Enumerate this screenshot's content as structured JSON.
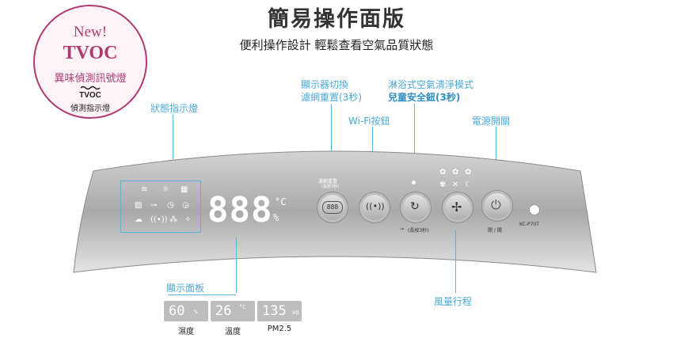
{
  "header": {
    "title": "簡易操作面版",
    "subtitle": "便利操作設計 輕鬆查看空氣品質狀態"
  },
  "badge": {
    "new_label": "New!",
    "tvoc_label": "TVOC",
    "description": "異味偵測訊號燈",
    "icon_text": "TVOC",
    "icon_label": "偵測指示燈",
    "color": "#b03a70"
  },
  "callouts": {
    "status_light": "狀態指示燈",
    "display_switch_line1": "顯示器切換",
    "display_switch_line2": "濾網重置(3秒)",
    "wifi_button": "Wi-Fi按鈕",
    "shower_mode": "淋浴式空氣清淨模式",
    "child_lock": "兒童安全鈕(3秒)",
    "power_switch": "電源開關",
    "display_panel": "顯示面板",
    "fan_speed": "風量行程",
    "accent_color": "#4aa9d6"
  },
  "panel": {
    "digits": "888",
    "unit_celsius": "°C",
    "unit_percent": "%",
    "filter_label": "濾網重置",
    "filter_sub": "(長按3秒)",
    "display_button_digits": "888",
    "lock_label": "(長按3秒)",
    "power_label": "開 / 關",
    "model": "KC-P70T"
  },
  "readouts": [
    {
      "value": "60",
      "unit": "%",
      "label": "濕度"
    },
    {
      "value": "26",
      "unit": "°C",
      "label": "溫度"
    },
    {
      "value": "135",
      "unit": "µg",
      "label": "PM2.5"
    }
  ]
}
